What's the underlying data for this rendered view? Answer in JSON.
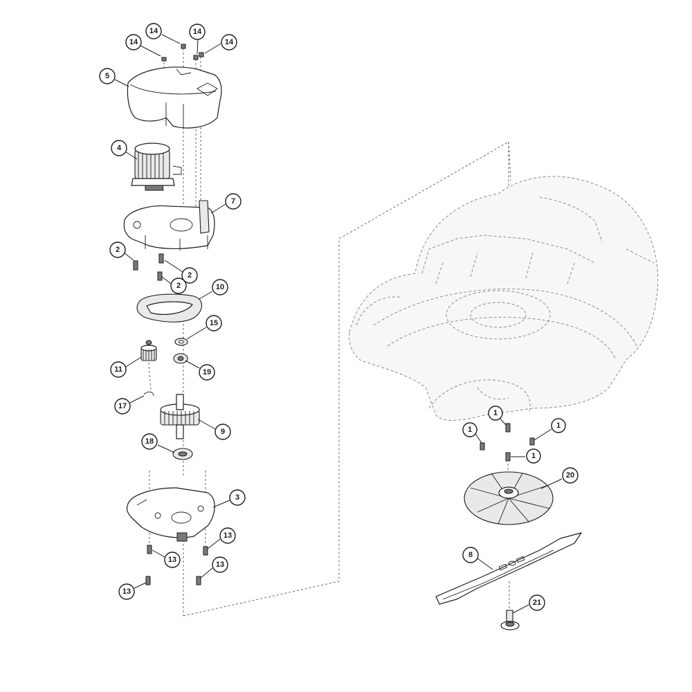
{
  "callouts": [
    {
      "id": "c-14a",
      "label": "14"
    },
    {
      "id": "c-14b",
      "label": "14"
    },
    {
      "id": "c-14c",
      "label": "14"
    },
    {
      "id": "c-14d",
      "label": "14"
    },
    {
      "id": "c-5",
      "label": "5"
    },
    {
      "id": "c-4",
      "label": "4"
    },
    {
      "id": "c-7",
      "label": "7"
    },
    {
      "id": "c-2a",
      "label": "2"
    },
    {
      "id": "c-2b",
      "label": "2"
    },
    {
      "id": "c-2c",
      "label": "2"
    },
    {
      "id": "c-10",
      "label": "10"
    },
    {
      "id": "c-15",
      "label": "15"
    },
    {
      "id": "c-11",
      "label": "11"
    },
    {
      "id": "c-19",
      "label": "19"
    },
    {
      "id": "c-17",
      "label": "17"
    },
    {
      "id": "c-9",
      "label": "9"
    },
    {
      "id": "c-18",
      "label": "18"
    },
    {
      "id": "c-3",
      "label": "3"
    },
    {
      "id": "c-13a",
      "label": "13"
    },
    {
      "id": "c-13b",
      "label": "13"
    },
    {
      "id": "c-13c",
      "label": "13"
    },
    {
      "id": "c-13d",
      "label": "13"
    },
    {
      "id": "c-1a",
      "label": "1"
    },
    {
      "id": "c-1b",
      "label": "1"
    },
    {
      "id": "c-1c",
      "label": "1"
    },
    {
      "id": "c-1d",
      "label": "1"
    },
    {
      "id": "c-20",
      "label": "20"
    },
    {
      "id": "c-8",
      "label": "8"
    },
    {
      "id": "c-21",
      "label": "21"
    }
  ],
  "colors": {
    "line": "#1a1a1a",
    "deck_line": "#8a8a8a",
    "background": "#ffffff"
  }
}
